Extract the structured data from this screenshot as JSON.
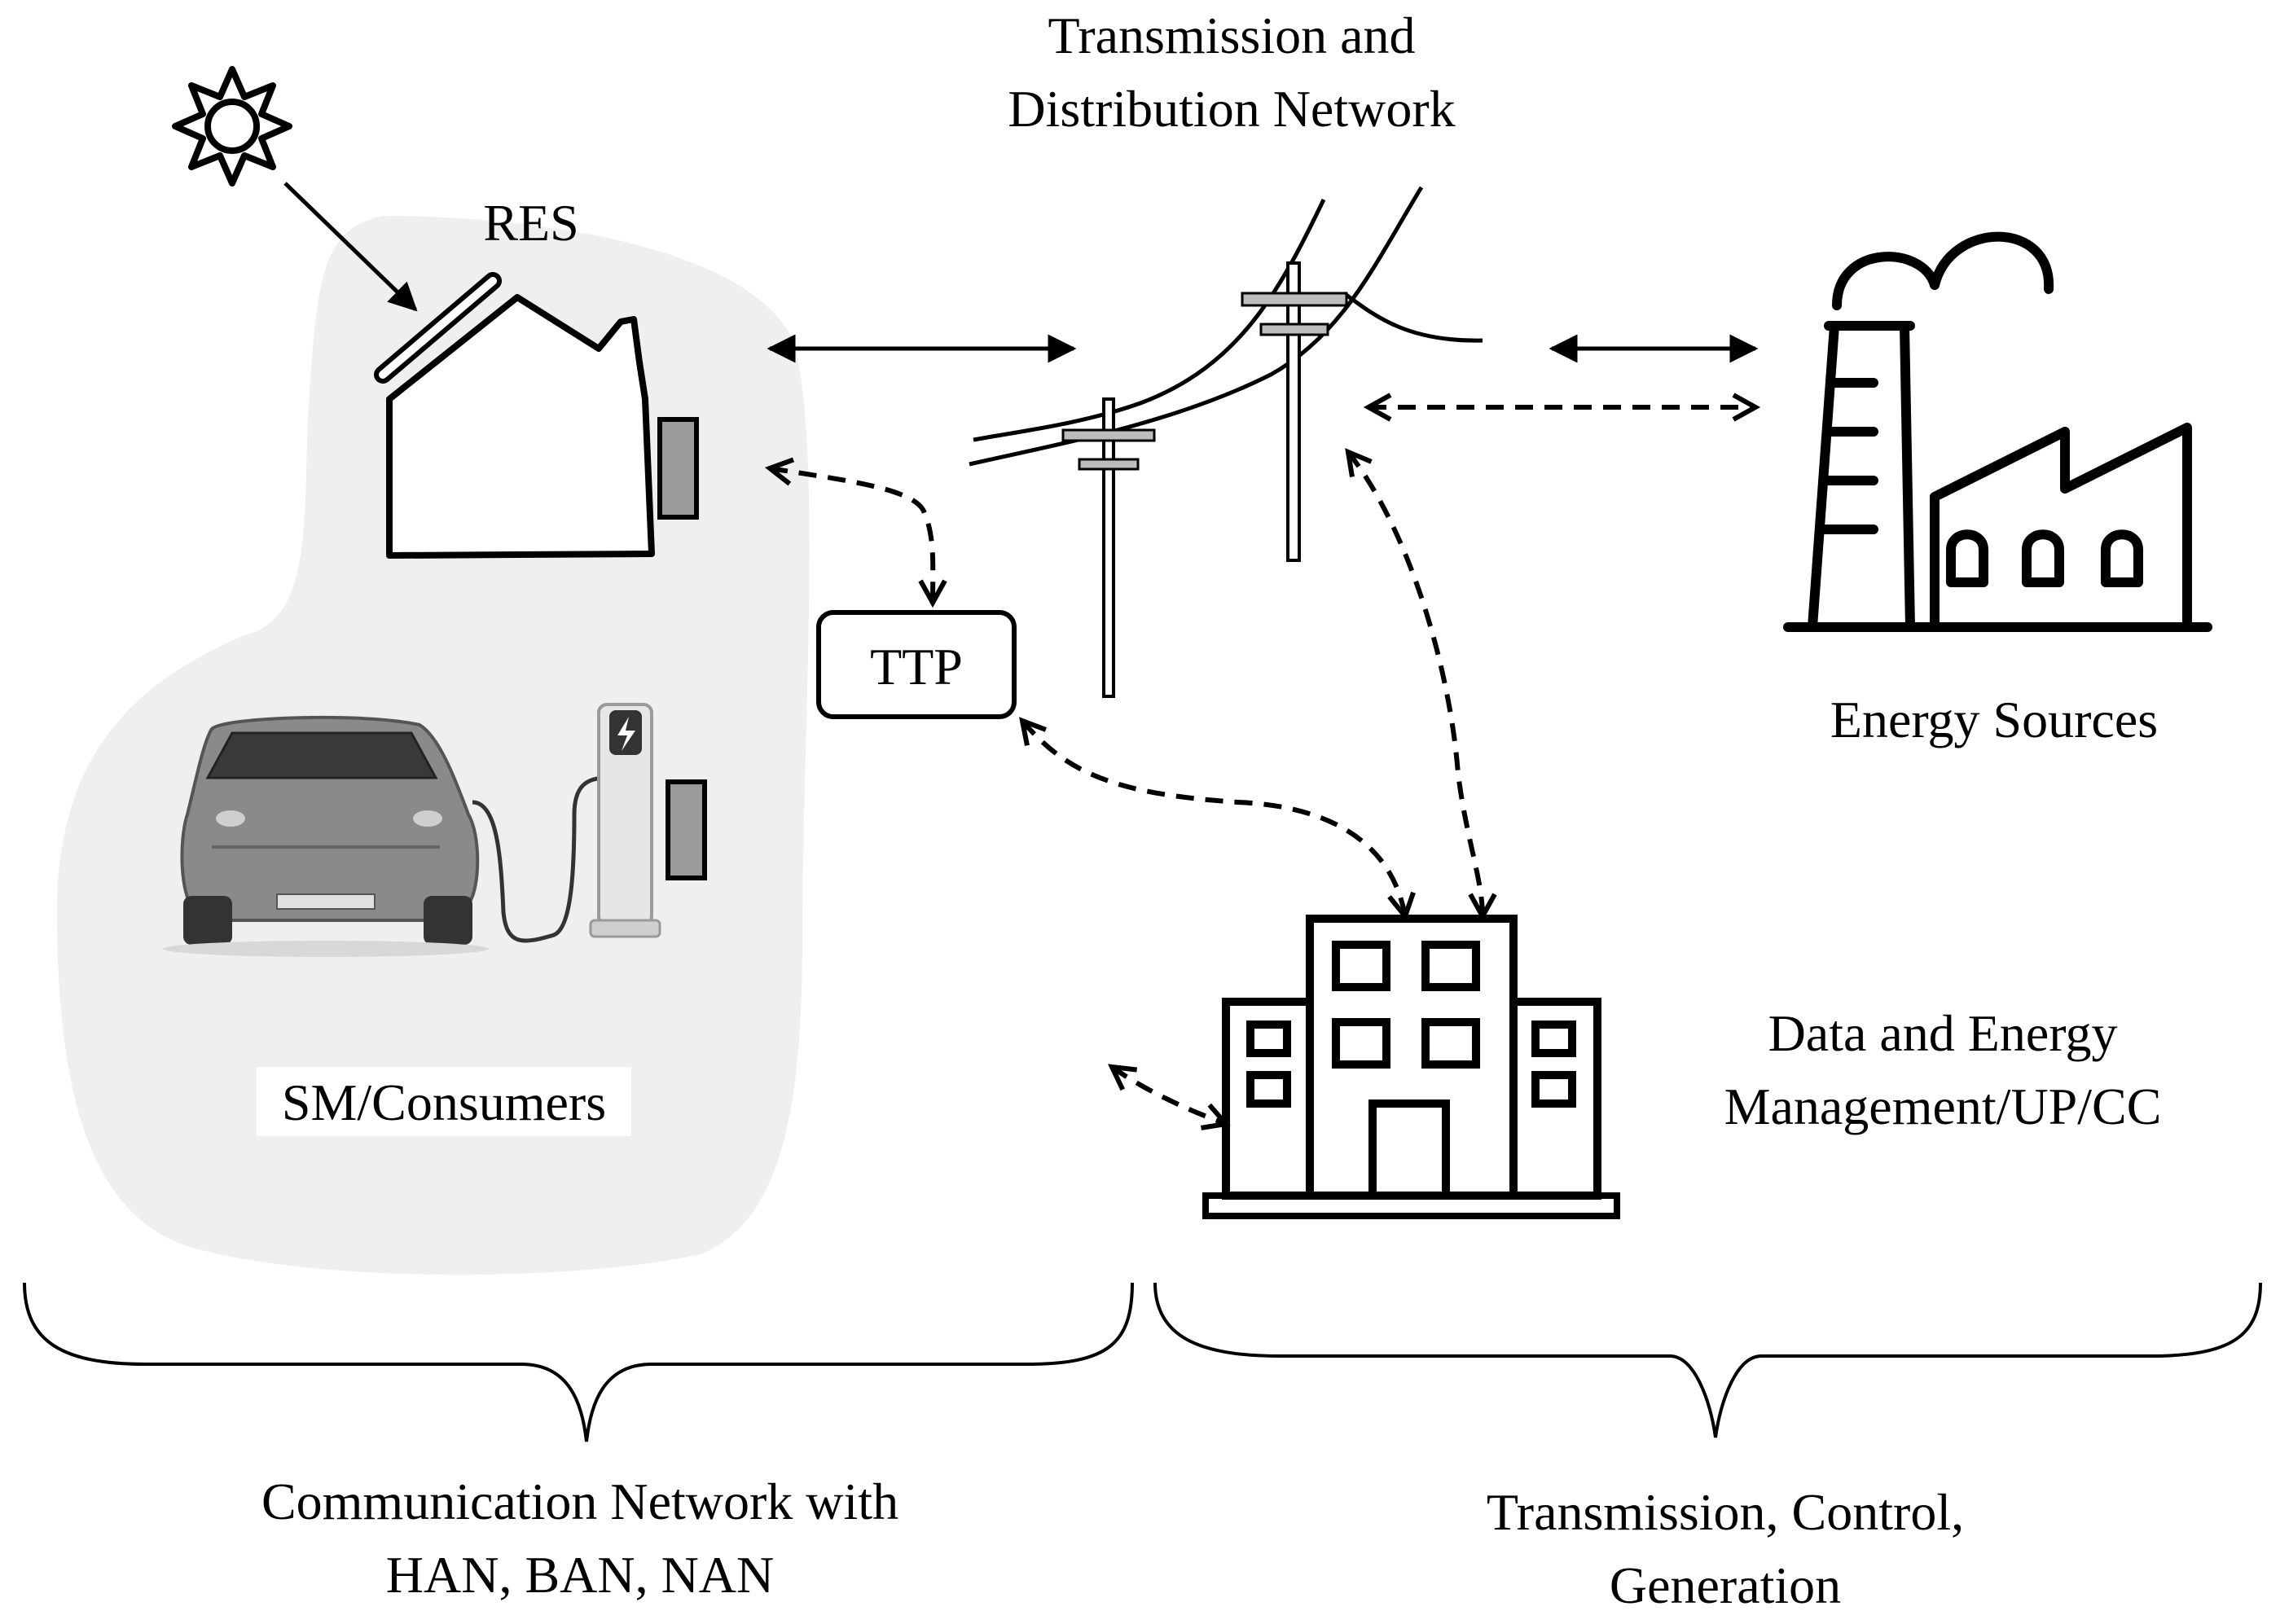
{
  "labels": {
    "transmission_network_line1": "Transmission and",
    "transmission_network_line2": "Distribution Network",
    "res": "RES",
    "ttp": "TTP",
    "energy_sources": "Energy Sources",
    "sm_consumers": "SM/Consumers",
    "management_line1": "Data and Energy",
    "management_line2": "Management/UP/CC",
    "communication_line1": "Communication Network with",
    "communication_line2": "HAN, BAN, NAN",
    "tcg_line1": "Transmission, Control,",
    "tcg_line2": "Generation"
  },
  "icons": [
    "sun-icon",
    "house-icon",
    "solar-panel-icon",
    "car-icon",
    "charging-station-icon",
    "power-pole-icon",
    "factory-icon",
    "office-building-icon"
  ],
  "colors": {
    "consumer_region": "#efefef",
    "stroke": "#000000",
    "car_body": "#8a8a8a",
    "meter": "#9a9a9a"
  }
}
